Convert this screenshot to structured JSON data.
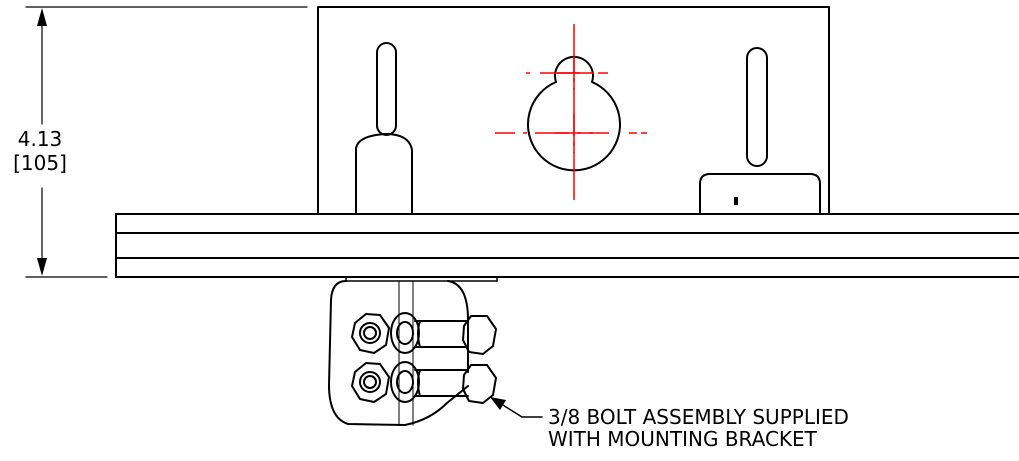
{
  "dimension": {
    "inches": "4.13",
    "millimeters": "[105]"
  },
  "callout": {
    "line1": "3/8 BOLT ASSEMBLY SUPPLIED",
    "line2": "WITH MOUNTING BRACKET"
  },
  "colors": {
    "line": "#000000",
    "centerline": "#ff0000",
    "background": "#ffffff"
  }
}
